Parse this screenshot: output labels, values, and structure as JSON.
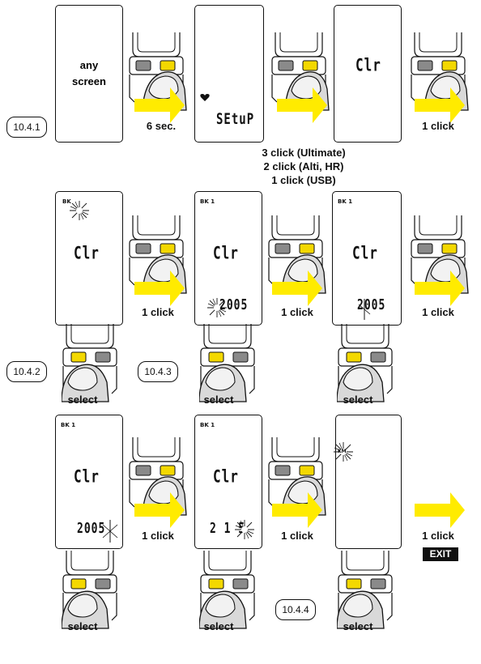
{
  "row1": {
    "step_label": "10.4.1",
    "screen1_text_line1": "any",
    "screen1_text_line2": "screen",
    "arrow1_label": "6 sec.",
    "screen2_text": "SEtuP",
    "screen3_text": "Clr",
    "arrow3_label": "1 click"
  },
  "note": {
    "line1": "3 click (Ultimate)",
    "line2": "2 click (Alti, HR)",
    "line3": "1 click (USB)"
  },
  "row2": {
    "screen1_bk": "BK",
    "screen1_text": "Clr",
    "arrow1_label": "1 click",
    "screen2_bk": "BK 1",
    "screen2_text": "Clr",
    "screen2_bottom": "2005",
    "arrow2_label": "1 click",
    "screen3_bk": "BK 1",
    "screen3_text": "Clr",
    "screen3_bottom": "2005",
    "arrow3_label": "1 click",
    "step_label_a": "10.4.2",
    "step_label_b": "10.4.3",
    "select1": "select",
    "select2": "select",
    "select3": "select"
  },
  "row3": {
    "screen1_bk": "BK 1",
    "screen1_text": "Clr",
    "screen1_bottom": "2005",
    "arrow1_label": "1 click",
    "screen2_bk": "BK 1",
    "screen2_text": "Clr",
    "screen2_bottom": "2 1 5",
    "arrow2_label": "1 click",
    "screen3_text": "KM",
    "arrow3_label": "1 click",
    "exit_label": "EXIT",
    "step_label": "10.4.4",
    "select1": "select",
    "select2": "select",
    "select3": "select"
  },
  "colors": {
    "arrow": "#ffeb00",
    "button_yellow": "#f3d800",
    "thumb": "#d9d9d9"
  }
}
